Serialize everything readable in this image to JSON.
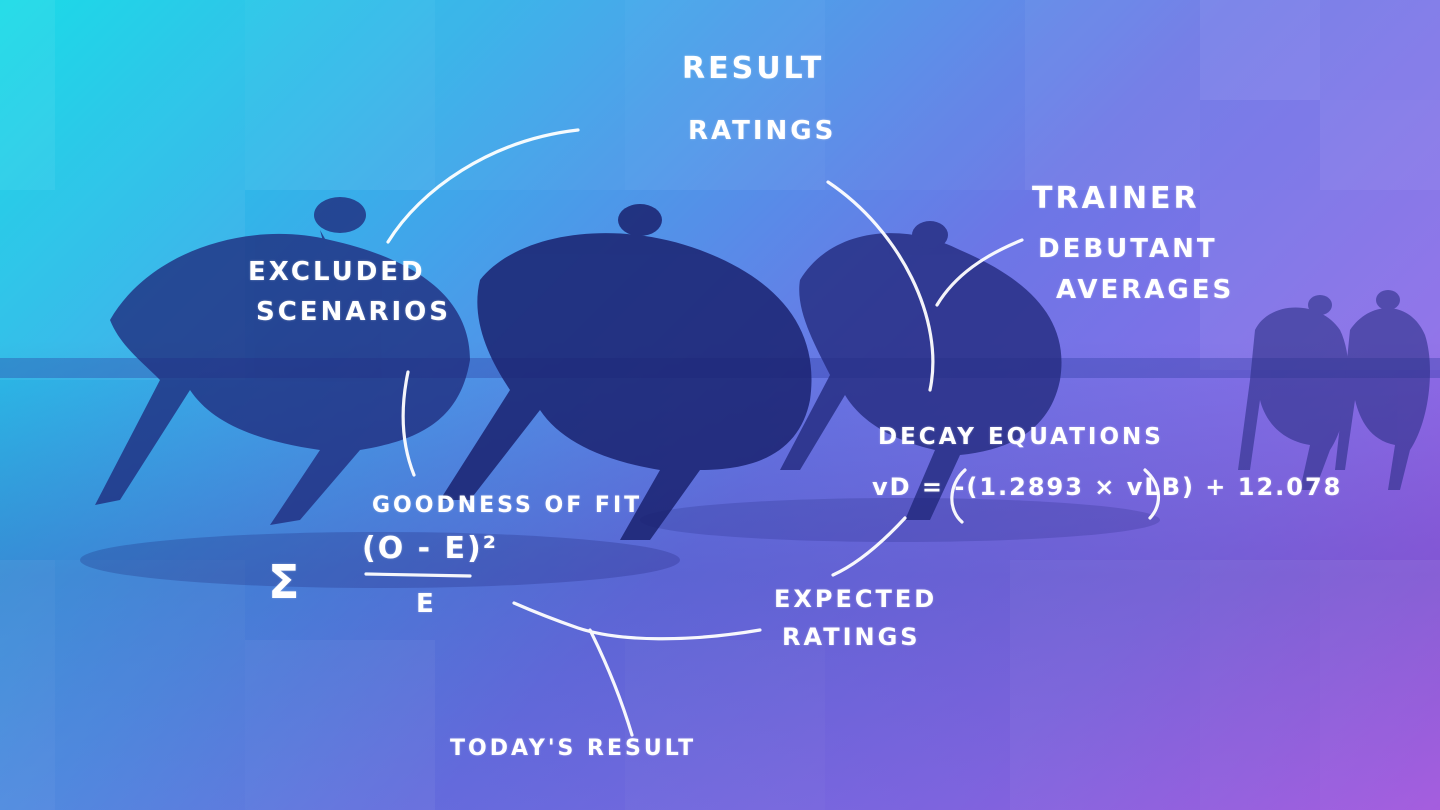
{
  "diagram": {
    "nodes": {
      "result_ratings": [
        "Result",
        "Ratings"
      ],
      "trainer_debutant_averages": [
        "Trainer",
        "Debutant",
        "Averages"
      ],
      "excluded_scenarios": [
        "Excluded",
        "Scenarios"
      ],
      "decay_equations": "Decay Equations",
      "decay_formula": "vD = -(1.2893 × vLB) + 12.078",
      "goodness_of_fit": "Goodness of Fit",
      "gof_formula_numerator": "(O - E)²",
      "gof_formula_sigma": "Σ",
      "gof_formula_denominator": "E",
      "expected_ratings": [
        "Expected",
        "Ratings"
      ],
      "todays_result": "Today's Result"
    }
  },
  "colors": {
    "gradient_start": "#0fd9e6",
    "gradient_end": "#b157e6",
    "ink": "#ffffff"
  }
}
